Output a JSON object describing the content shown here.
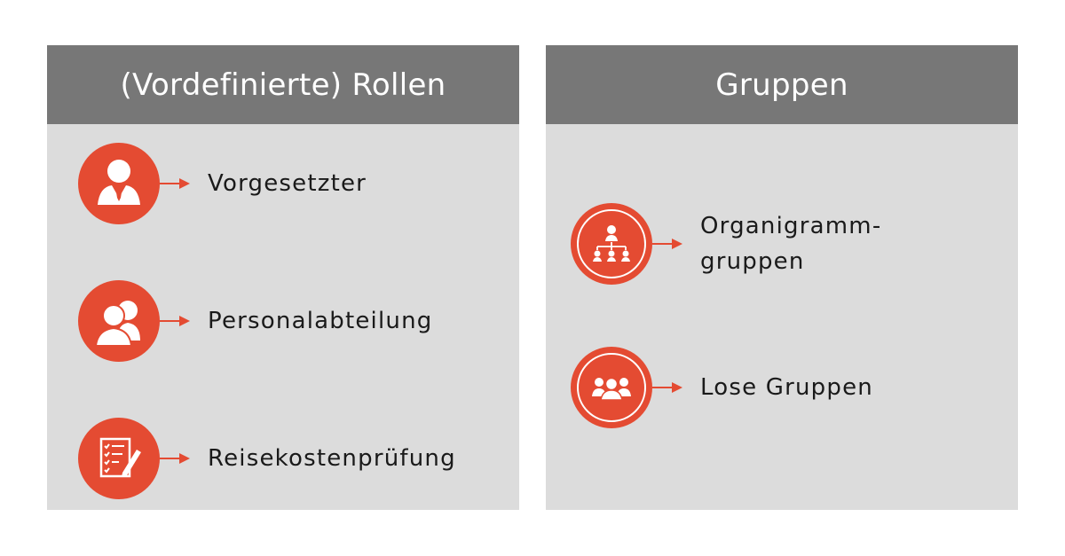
{
  "left_panel": {
    "title": "(Vordefinierte) Rollen",
    "items": [
      {
        "label": "Vorgesetzter",
        "icon": "manager-icon"
      },
      {
        "label": "Personalabteilung",
        "icon": "people-pair-icon"
      },
      {
        "label": "Reisekostenprüfung",
        "icon": "checklist-pen-icon"
      }
    ]
  },
  "right_panel": {
    "title": "Gruppen",
    "items": [
      {
        "label_line1": "Organigramm-",
        "label_line2": "gruppen",
        "icon": "org-chart-icon"
      },
      {
        "label": "Lose Gruppen",
        "icon": "group-icon"
      }
    ]
  },
  "colors": {
    "accent": "#e44b32",
    "header": "#777777",
    "panel": "#dcdcdc",
    "text": "#1a1a1a"
  }
}
